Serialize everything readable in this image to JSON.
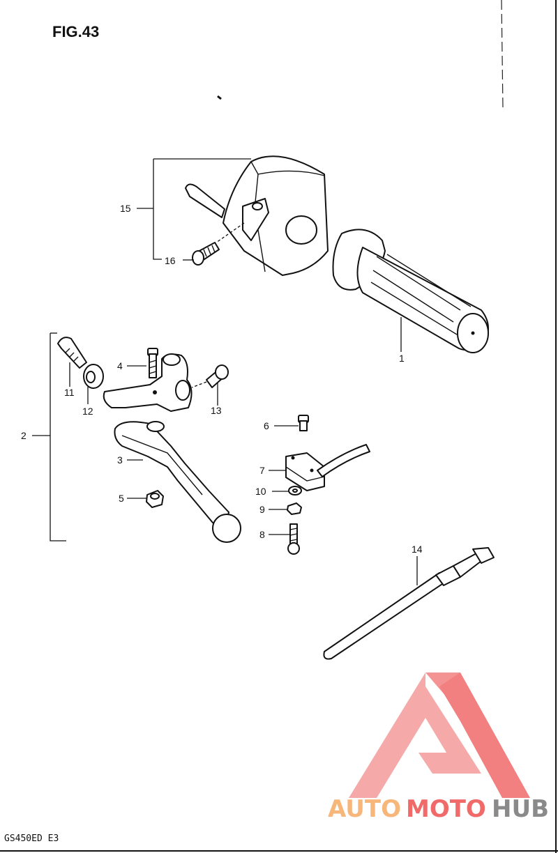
{
  "figure": {
    "title": "FIG.43",
    "model": "GS450ED E3"
  },
  "labels": {
    "p1": "1",
    "p2": "2",
    "p3": "3",
    "p4": "4",
    "p5": "5",
    "p6": "6",
    "p7": "7",
    "p8": "8",
    "p9": "9",
    "p10": "10",
    "p11": "11",
    "p12": "12",
    "p13": "13",
    "p14": "14",
    "p15": "15",
    "p16": "16"
  },
  "watermark": {
    "part1": "AUTO",
    "part2": "MOTO",
    "part3": "HUB",
    "color_light": "#f7b77a",
    "color_red": "#f06a6a",
    "color_gray": "#8a8a8a"
  }
}
